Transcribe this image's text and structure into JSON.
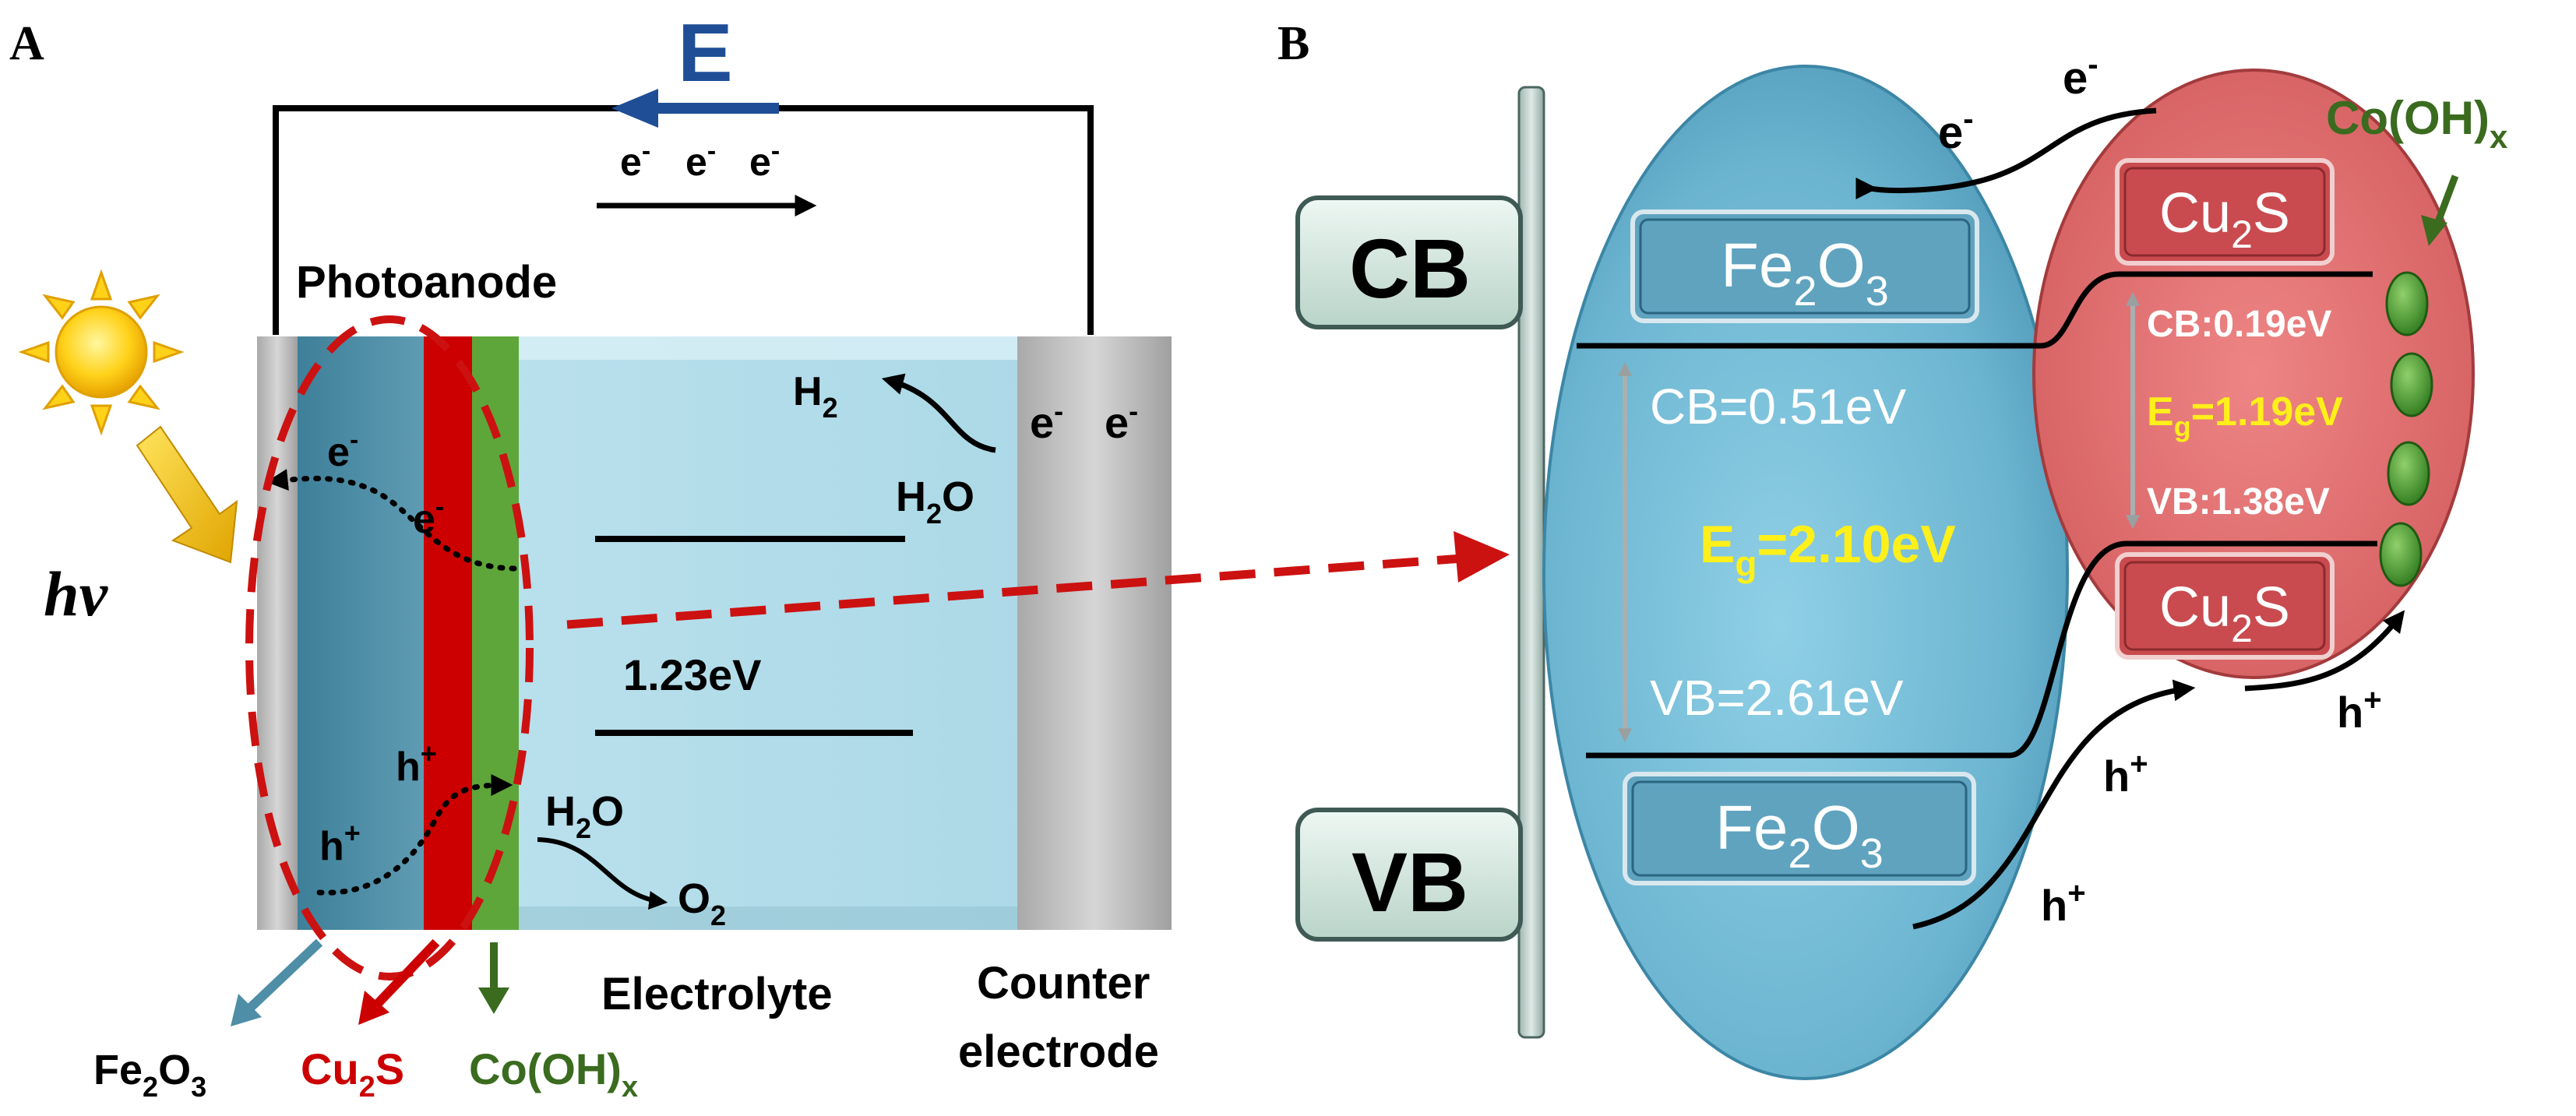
{
  "panels": {
    "a": "A",
    "b": "B"
  },
  "panel_a": {
    "field": "E",
    "circuit_electrons": [
      "e",
      "e",
      "e"
    ],
    "photoanode": "Photoanode",
    "light": "hv",
    "electron_left": "e",
    "electron_mid": "e",
    "hole_upper": "h",
    "hole_lower": "h",
    "h2": "H",
    "h2o_top": "H",
    "h2o_bottom": "H",
    "o2": "O",
    "potential": "1.23eV",
    "counter_electrons": [
      "e",
      "e"
    ],
    "fe2o3": "Fe",
    "cu2s": "Cu",
    "cooh": "Co(OH)",
    "electrolyte": "Electrolyte",
    "counter_electrode": [
      "Counter",
      "electrode"
    ],
    "colors": {
      "fe2o3": "#2e6d86",
      "cu2s": "#cc0000",
      "cooh": "#3a6b1f",
      "field": "#1f4e96",
      "lens": "#cc1111"
    }
  },
  "panel_b": {
    "cb": "CB",
    "vb": "VB",
    "fe2o3_top": "Fe",
    "fe2o3_bottom": "Fe",
    "cu2s_top": "Cu",
    "cu2s_bottom": "Cu",
    "cooh": "Co(OH)",
    "fe_cb": "CB=0.51eV",
    "fe_eg": "=2.10eV",
    "fe_vb": "VB=2.61eV",
    "cu_cb": "CB:0.19eV",
    "cu_eg": "=1.19eV",
    "cu_vb": "VB:1.38eV",
    "electron_top": "e",
    "electron_mid": "e",
    "hole_1": "h",
    "hole_2": "h",
    "hole_3": "h",
    "colors": {
      "gap_label": "#ffef1a"
    }
  }
}
